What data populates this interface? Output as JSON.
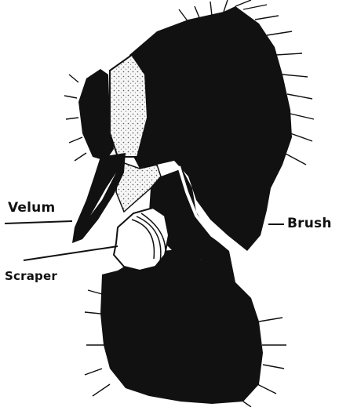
{
  "labels": {
    "velum": "Velum",
    "scraper": "Scraper",
    "brush": "Brush"
  },
  "colors": {
    "ink": "#111111",
    "paper": "#ffffff",
    "stipple": "#e8e8e8"
  }
}
